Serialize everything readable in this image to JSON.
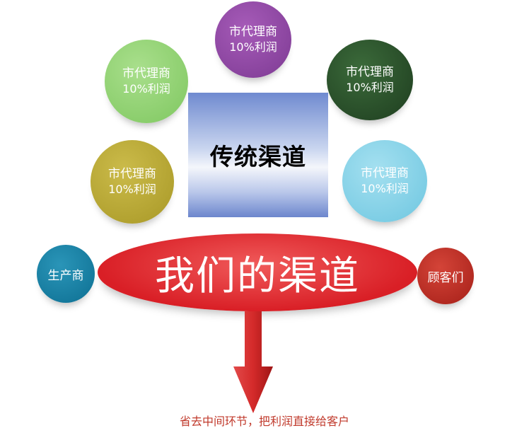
{
  "bubbles": {
    "top": {
      "line1": "市代理商",
      "line2": "10%利润",
      "color": "#8e44a5"
    },
    "top_left": {
      "line1": "市代理商",
      "line2": "10%利润",
      "color": "#92d36f"
    },
    "top_right": {
      "line1": "市代理商",
      "line2": "10%利润",
      "color": "#27472a"
    },
    "mid_left": {
      "line1": "市代理商",
      "line2": "10%利润",
      "color": "#b6a735"
    },
    "mid_right": {
      "line1": "市代理商",
      "line2": "10%利润",
      "color": "#86d1e6"
    }
  },
  "center": {
    "title": "传统渠道"
  },
  "producer": {
    "label": "生产商"
  },
  "customer": {
    "label": "顾客们"
  },
  "main": {
    "label": "我们的渠道",
    "color": "#e23232"
  },
  "caption": "省去中间环节，把利润直接给客户"
}
